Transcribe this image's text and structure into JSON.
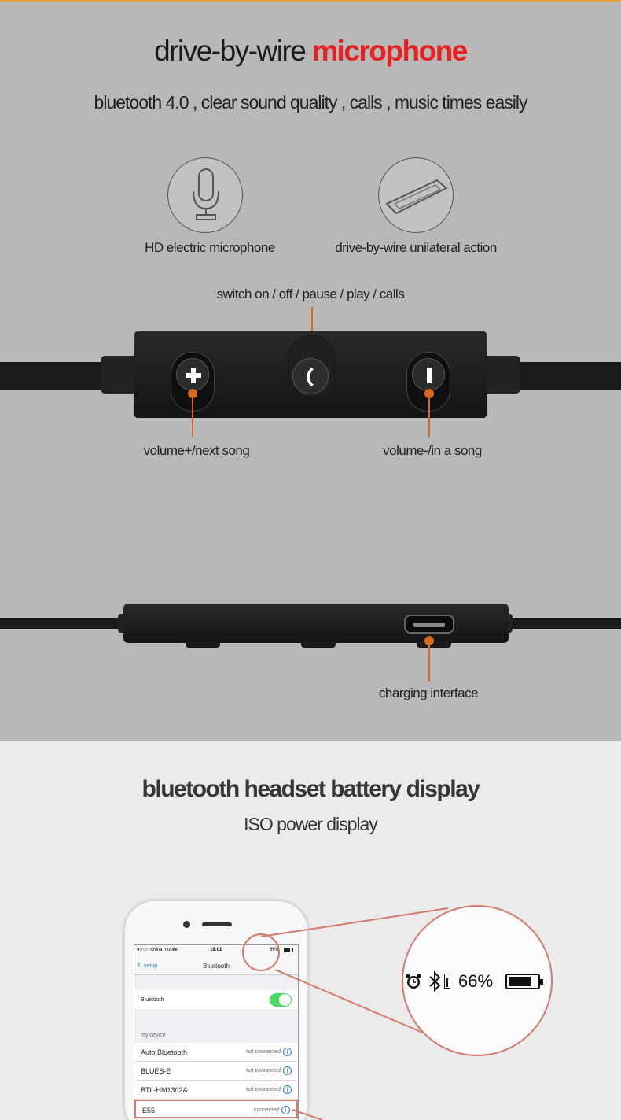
{
  "section1": {
    "title_main": "drive-by-wire ",
    "title_accent": "microphone",
    "subtitle": "bluetooth 4.0 , clear sound quality , calls , music times easily",
    "features": [
      {
        "label": "HD electric microphone",
        "icon": "microphone-icon"
      },
      {
        "label": "drive-by-wire unilateral action",
        "icon": "remote-control-icon"
      }
    ],
    "callouts": {
      "top": "switch on / off / pause / play / calls",
      "left": "volume+/next song",
      "right": "volume-/in a song",
      "charging": "charging interface"
    }
  },
  "section2": {
    "title": "bluetooth headset battery display",
    "subtitle": "ISO power display",
    "phone": {
      "carrier": "●○○○○china mobile",
      "time": "19:01",
      "battery_small": "66%",
      "back_label": "setup",
      "header": "Bluetooth",
      "bluetooth_label": "Bluetooth",
      "section_label": "my device",
      "devices": [
        {
          "name": "Auto Bluetooth",
          "status": "not connected"
        },
        {
          "name": "BLUES-E",
          "status": "not connected"
        },
        {
          "name": "BTL-HM1302A",
          "status": "not connected"
        },
        {
          "name": "E55",
          "status": "connected"
        }
      ]
    },
    "zoom": {
      "battery_percent": "66%"
    }
  },
  "colors": {
    "accent_red": "#e32222",
    "callout_orange": "#d86a20",
    "toggle_green": "#4cd964",
    "zoom_ring": "#d47a6a"
  }
}
